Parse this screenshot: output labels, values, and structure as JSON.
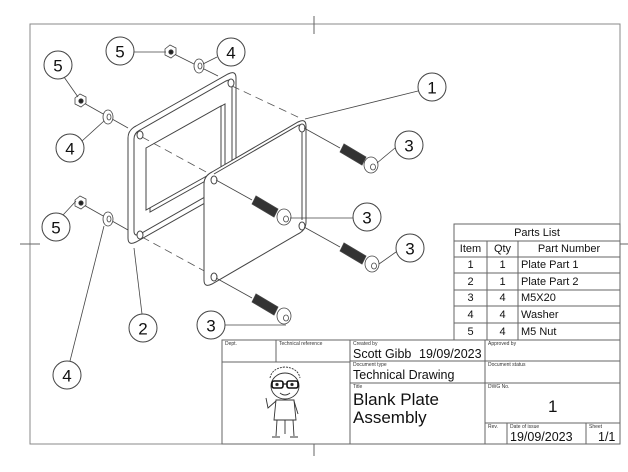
{
  "drawing": {
    "balloons": [
      {
        "id": "b1",
        "label": "1"
      },
      {
        "id": "b2",
        "label": "2"
      },
      {
        "id": "b3a",
        "label": "3"
      },
      {
        "id": "b3b",
        "label": "3"
      },
      {
        "id": "b3c",
        "label": "3"
      },
      {
        "id": "b3d",
        "label": "3"
      },
      {
        "id": "b4a",
        "label": "4"
      },
      {
        "id": "b4b",
        "label": "4"
      },
      {
        "id": "b4c",
        "label": "4"
      },
      {
        "id": "b5a",
        "label": "5"
      },
      {
        "id": "b5b",
        "label": "5"
      },
      {
        "id": "b5c",
        "label": "5"
      }
    ],
    "line_color": "#555555"
  },
  "parts_list": {
    "title": "Parts List",
    "headers": [
      "Item",
      "Qty",
      "Part Number"
    ],
    "rows": [
      {
        "item": "1",
        "qty": "1",
        "part": "Plate Part 1"
      },
      {
        "item": "2",
        "qty": "1",
        "part": "Plate Part 2"
      },
      {
        "item": "3",
        "qty": "4",
        "part": "M5X20"
      },
      {
        "item": "4",
        "qty": "4",
        "part": "Washer"
      },
      {
        "item": "5",
        "qty": "4",
        "part": "M5 Nut"
      }
    ]
  },
  "title_block": {
    "dept_label": "Dept.",
    "tech_ref_label": "Technical reference",
    "created_by_label": "Created by",
    "created_by": "Scott Gibb",
    "created_date": "19/09/2023",
    "approved_by_label": "Approved by",
    "doc_type_label": "Document type",
    "doc_type": "Technical Drawing",
    "doc_status_label": "Document status",
    "title_label": "Title",
    "title_line1": "Blank Plate",
    "title_line2": "Assembly",
    "dwg_no_label": "DWG No.",
    "dwg_no": "1",
    "rev_label": "Rev.",
    "date_of_issue_label": "Date of issue",
    "date_of_issue": "19/09/2023",
    "sheet_label": "Sheet",
    "sheet": "1/1"
  }
}
